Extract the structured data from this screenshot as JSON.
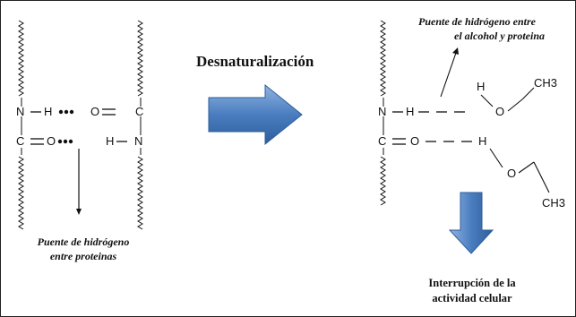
{
  "title": "Desnaturalización",
  "left": {
    "row1": {
      "atom1": "N",
      "atom2": "H",
      "atom3": "O",
      "atom4": "C"
    },
    "row2": {
      "atom1": "C",
      "atom2": "O",
      "atom3": "H",
      "atom4": "N"
    },
    "caption_line1": "Puente de hidrógeno",
    "caption_line2": "entre proteinas"
  },
  "right": {
    "caption_line1": "Puente de hidrógeno entre",
    "caption_line2": "el alcohol y proteina",
    "row1": {
      "atom1": "N",
      "atom2": "H"
    },
    "row2": {
      "atom1": "C",
      "atom2": "O"
    },
    "alcohol1": {
      "h": "H",
      "o": "O",
      "ch3": "CH3"
    },
    "alcohol2": {
      "h": "H",
      "o": "O",
      "ch3": "CH3"
    },
    "result_line1": "Interrupción de la",
    "result_line2": "actividad celular"
  },
  "colors": {
    "arrow_fill": "#4a7dc0",
    "arrow_dark": "#2e5d9a",
    "line": "#111111"
  }
}
